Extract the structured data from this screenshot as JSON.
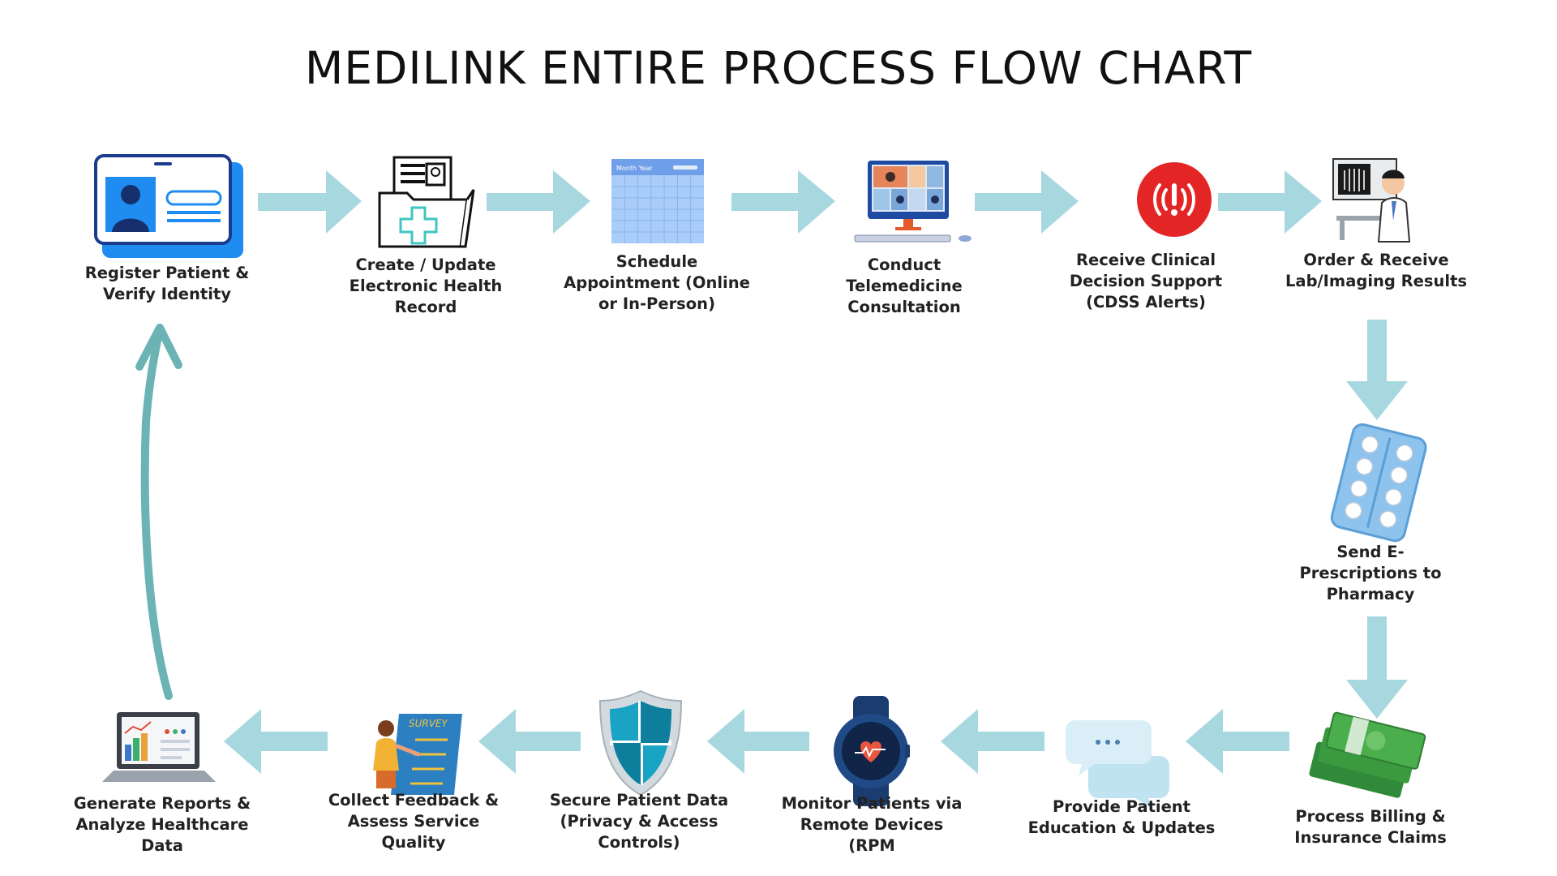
{
  "title": "MEDILINK ENTIRE PROCESS FLOW CHART",
  "colors": {
    "arrow": "#a7d8df",
    "loop_arrow": "#6bb3b5",
    "accent_blue": "#2a6fe0",
    "alert_red": "#e32526",
    "money_green": "#3b9a3f",
    "pill_blue": "#8ec3ee",
    "shield_teal": "#19a3c4"
  },
  "steps": [
    {
      "id": "register",
      "icon": "id-card-icon",
      "label": "Register Patient & Verify Identity"
    },
    {
      "id": "ehr",
      "icon": "medical-folder-icon",
      "label": "Create / Update Electronic Health Record"
    },
    {
      "id": "schedule",
      "icon": "calendar-icon",
      "calendar_header": "Month Year",
      "label": "Schedule Appointment (Online or In-Person)"
    },
    {
      "id": "telemedicine",
      "icon": "video-call-computer-icon",
      "label": "Conduct Telemedicine Consultation"
    },
    {
      "id": "cdss",
      "icon": "alert-icon",
      "label": "Receive Clinical Decision Support (CDSS Alerts)"
    },
    {
      "id": "lab",
      "icon": "doctor-xray-icon",
      "label": "Order & Receive Lab/Imaging Results"
    },
    {
      "id": "eprescription",
      "icon": "pill-blister-icon",
      "label": "Send E-Prescriptions to Pharmacy"
    },
    {
      "id": "billing",
      "icon": "money-stack-icon",
      "label": "Process Billing & Insurance Claims"
    },
    {
      "id": "education",
      "icon": "chat-bubbles-icon",
      "label": "Provide Patient Education & Updates"
    },
    {
      "id": "rpm",
      "icon": "smartwatch-icon",
      "label": "Monitor Patients via Remote Devices (RPM"
    },
    {
      "id": "security",
      "icon": "shield-icon",
      "label": "Secure Patient Data (Privacy & Access Controls)"
    },
    {
      "id": "feedback",
      "icon": "survey-icon",
      "survey_text": "SURVEY",
      "label": "Collect Feedback & Assess Service Quality"
    },
    {
      "id": "reports",
      "icon": "laptop-chart-icon",
      "label": "Generate Reports & Analyze Healthcare Data"
    }
  ]
}
